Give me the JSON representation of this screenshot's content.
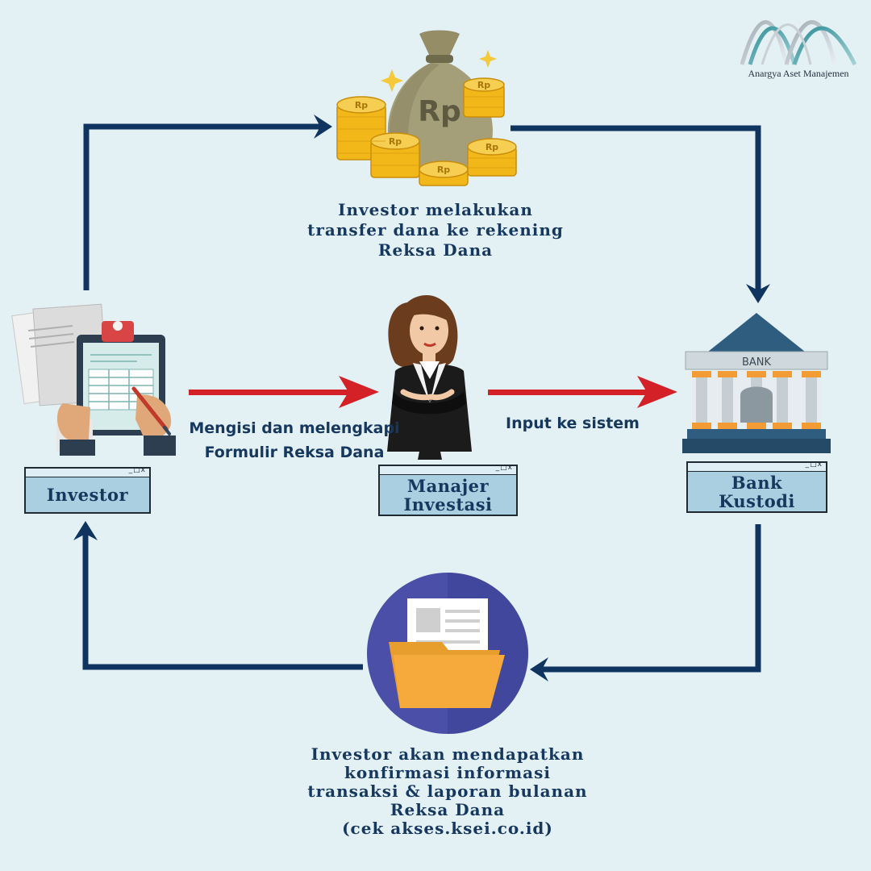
{
  "brand": {
    "name": "Anargya Aset Manajemen",
    "logo_icon": "anargya-wave-logo",
    "colors": {
      "background": "#e3f0f4",
      "navy_arrow": "#0f3460",
      "red_arrow": "#d42127",
      "text": "#17385e",
      "box_fill": "#a9cfe0"
    }
  },
  "nodes": {
    "investor": {
      "label": "Investor",
      "icon": "clipboard-form-icon"
    },
    "manajer": {
      "label": "Manajer\nInvestasi",
      "icon": "businesswoman-icon"
    },
    "bank": {
      "label": "Bank\nKustodi",
      "icon": "bank-building-icon",
      "sign": "BANK"
    },
    "money": {
      "icon": "money-bag-icon",
      "bag_text": "Rp",
      "coin_text": "Rp"
    },
    "report": {
      "icon": "folder-document-icon"
    }
  },
  "captions": {
    "transfer": "Investor melakukan\ntransfer dana ke rekening\nReksa Dana",
    "form": "Mengisi dan melengkapi\nFormulir Reksa Dana",
    "input": "Input ke sistem",
    "confirm": "Investor akan mendapatkan\nkonfirmasi informasi\ntransaksi & laporan bulanan\nReksa Dana\n(cek akses.ksei.co.id)"
  },
  "window_controls": "_□x"
}
